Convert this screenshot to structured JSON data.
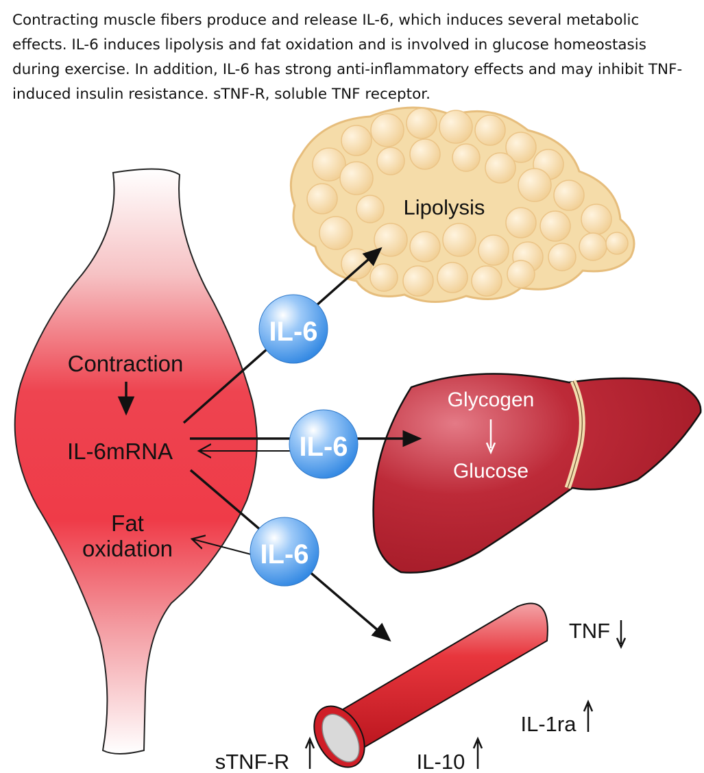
{
  "caption": "Contracting muscle fibers produce and release IL-6, which induces several metabolic effects. IL-6 induces lipolysis and fat oxidation and is involved in glucose homeostasis during exercise. In addition, IL-6 has strong anti-inflammatory effects and may inhibit TNF-induced insulin resistance. sTNF-R, soluble TNF receptor.",
  "muscle": {
    "contraction": "Contraction",
    "il6mrna": "IL-6mRNA",
    "fat_line1": "Fat",
    "fat_line2": "oxidation"
  },
  "adipose": {
    "label": "Lipolysis"
  },
  "liver": {
    "glycogen": "Glycogen",
    "glucose": "Glucose"
  },
  "il6_badges": [
    "IL-6",
    "IL-6",
    "IL-6"
  ],
  "vessel": {
    "tnf": "TNF",
    "il1ra": "IL-1ra",
    "il10": "IL-10",
    "stnfr": "sTNF-R"
  },
  "colors": {
    "muscle": "#ee3a47",
    "liver": "#b5222f",
    "fat": "#f6dcaa",
    "vessel": "#d8242c",
    "badge": "#4a98e8"
  }
}
